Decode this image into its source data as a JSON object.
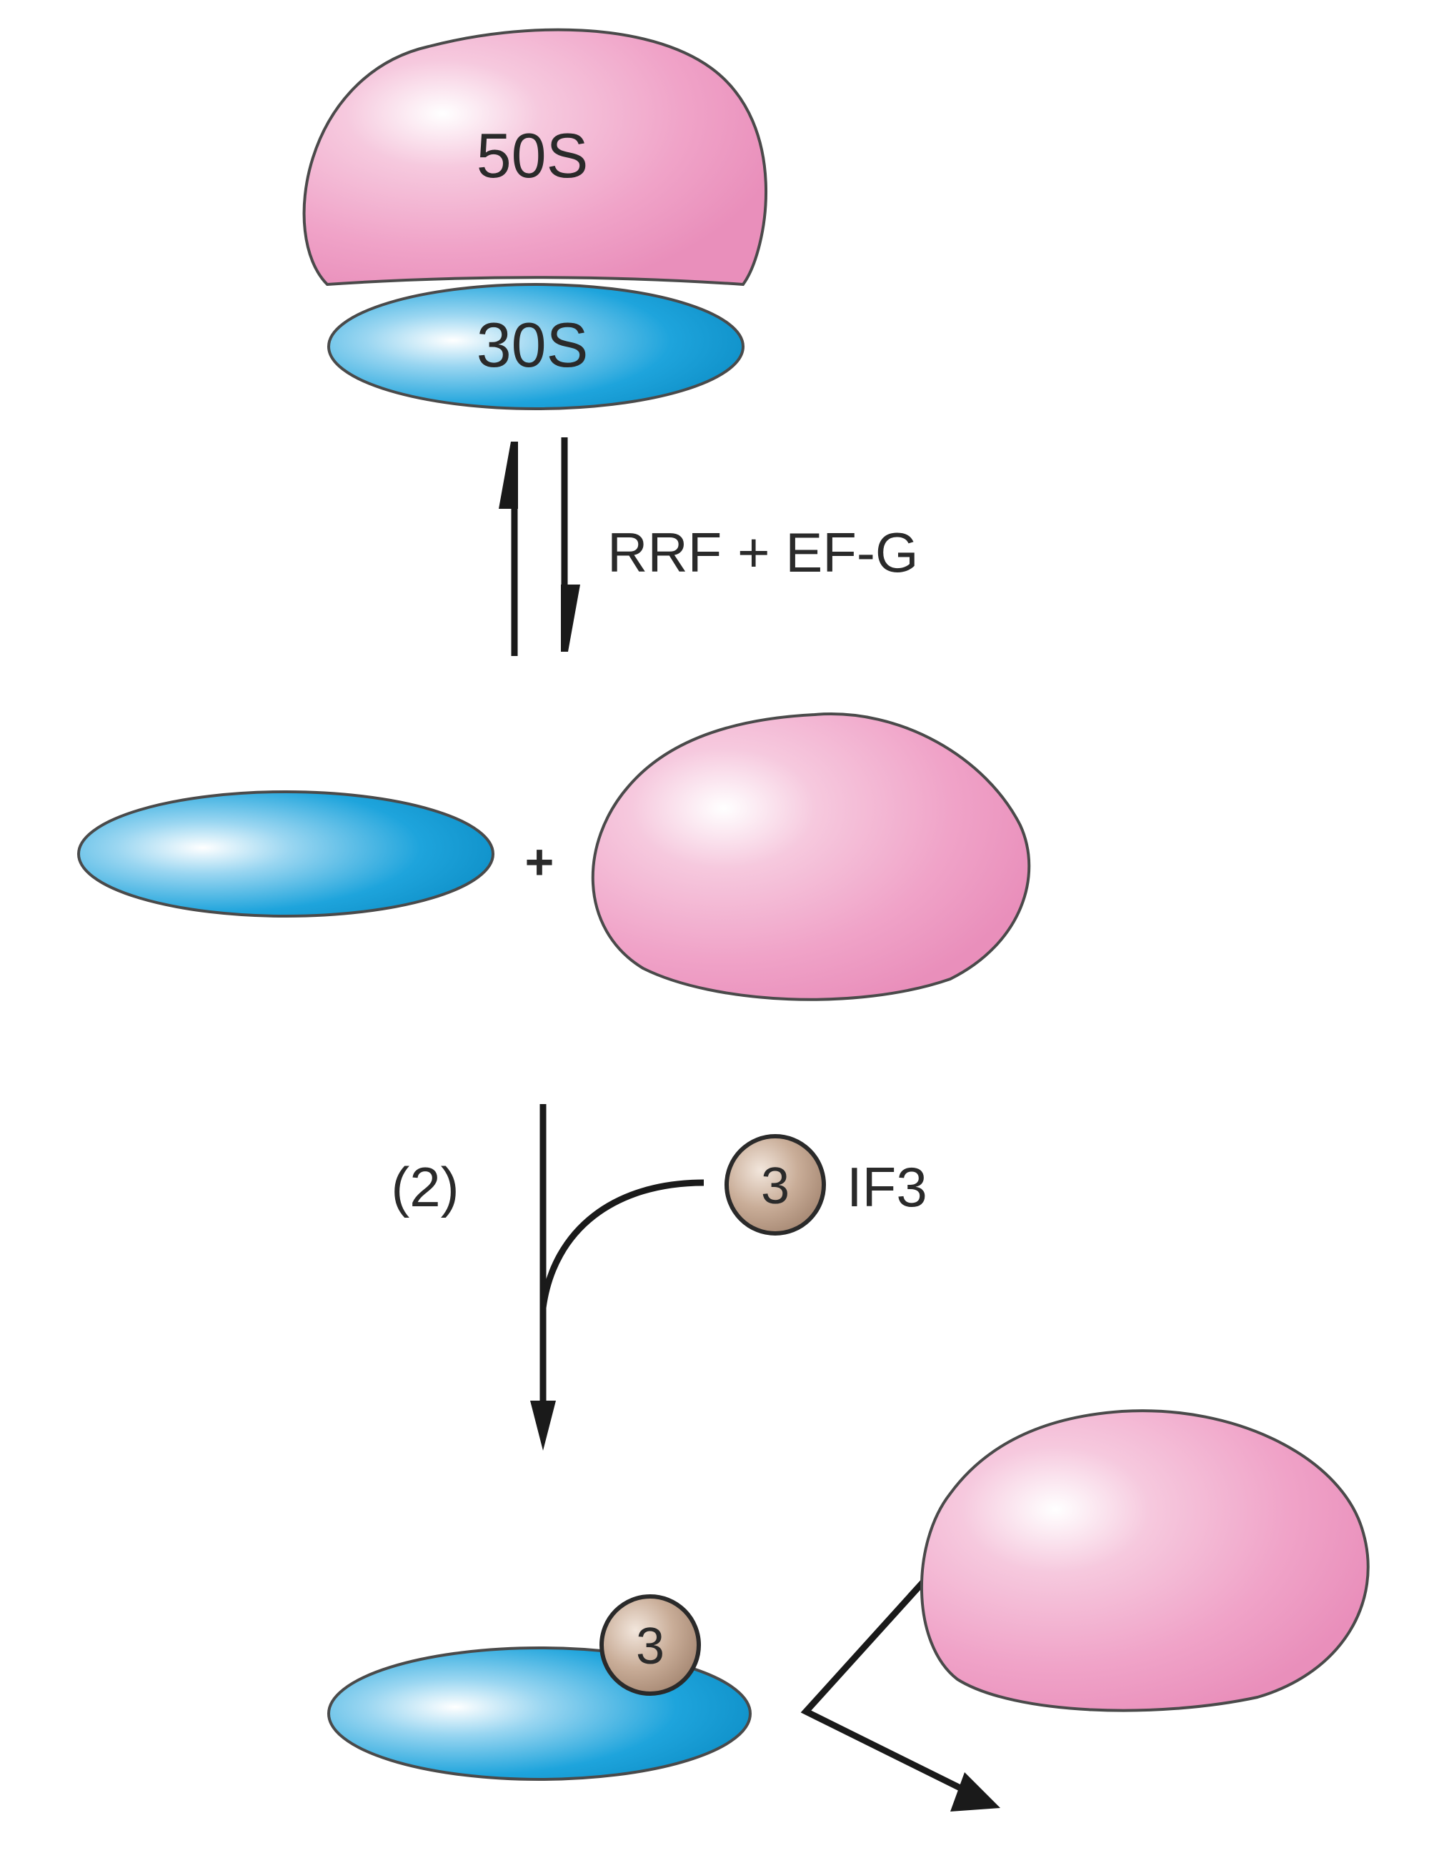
{
  "diagram": {
    "complex_large_label": "50S",
    "complex_small_label": "30S",
    "step1_label": "RRF + EF-G",
    "plus_sign": "+",
    "step2_label": "(2)",
    "factor_number": "3",
    "factor_label": "IF3",
    "bound_factor_number": "3",
    "colors": {
      "large_subunit": "#f0a3c8",
      "small_subunit": "#1ea4dc",
      "factor": "#b99a85",
      "arrow": "#1a1a1a"
    }
  }
}
